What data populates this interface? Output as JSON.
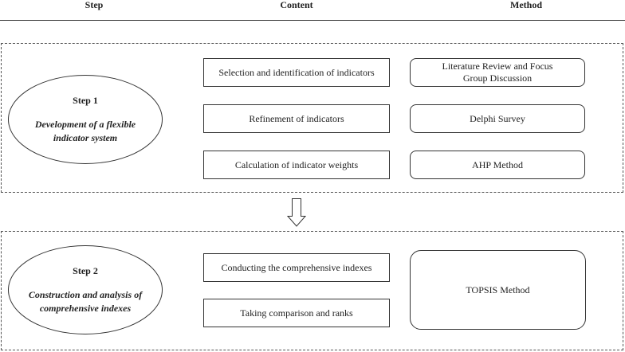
{
  "header": {
    "step": "Step",
    "content": "Content",
    "method": "Method"
  },
  "step1": {
    "title": "Step 1",
    "subtitle": "Development of a flexible\nindicator system",
    "contents": [
      "Selection and identification of indicators",
      "Refinement of indicators",
      "Calculation of indicator weights"
    ],
    "methods": [
      "Literature Review and Focus Group Discussion",
      "Delphi Survey",
      "AHP Method"
    ]
  },
  "step2": {
    "title": "Step 2",
    "subtitle": "Construction and analysis of\ncomprehensive indexes",
    "contents": [
      "Conducting the comprehensive indexes",
      "Taking comparison and ranks"
    ],
    "method": "TOPSIS Method"
  }
}
